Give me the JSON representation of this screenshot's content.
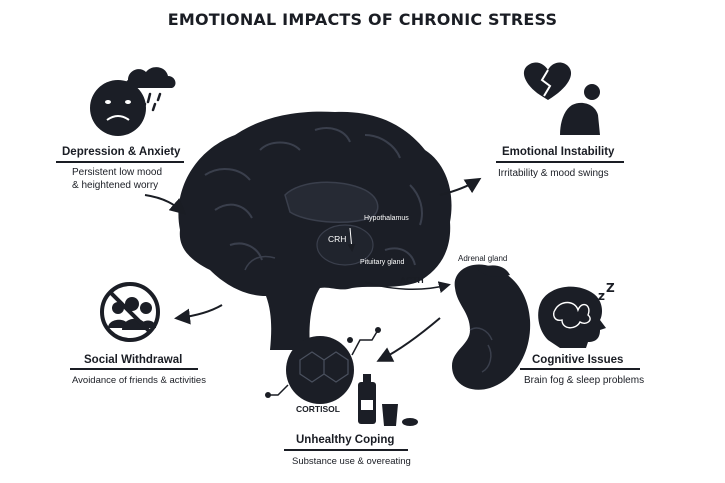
{
  "title": "EMOTIONAL IMPACTS OF CHRONIC STRESS",
  "impacts": {
    "depression": {
      "heading": "Depression & Anxiety",
      "line1": "Persistent low mood",
      "line2": "& heightened worry",
      "icon": "sad-face-rain-cloud-icon"
    },
    "instability": {
      "heading": "Emotional Instability",
      "desc": "Irritability & mood swings",
      "icon": "broken-heart-person-icon"
    },
    "withdrawal": {
      "heading": "Social Withdrawal",
      "desc": "Avoidance of friends & activities",
      "icon": "no-group-icon"
    },
    "cognitive": {
      "heading": "Cognitive Issues",
      "desc": "Brain fog & sleep problems",
      "icon": "tangled-brain-head-icon"
    },
    "coping": {
      "heading": "Unhealthy Coping",
      "desc": "Substance use & overeating",
      "icon": "bottle-and-glass-icon"
    }
  },
  "brain": {
    "hypothalamus": "Hypothalamus",
    "crh": "CRH",
    "pituitary": "Pituitary gland",
    "acth": "ACTH",
    "adrenal": "Adrenal gland",
    "cortisol": "CORTISOL"
  },
  "colors": {
    "ink": "#1a1d24",
    "brain_fill": "#1b1e26",
    "background": "#ffffff"
  }
}
